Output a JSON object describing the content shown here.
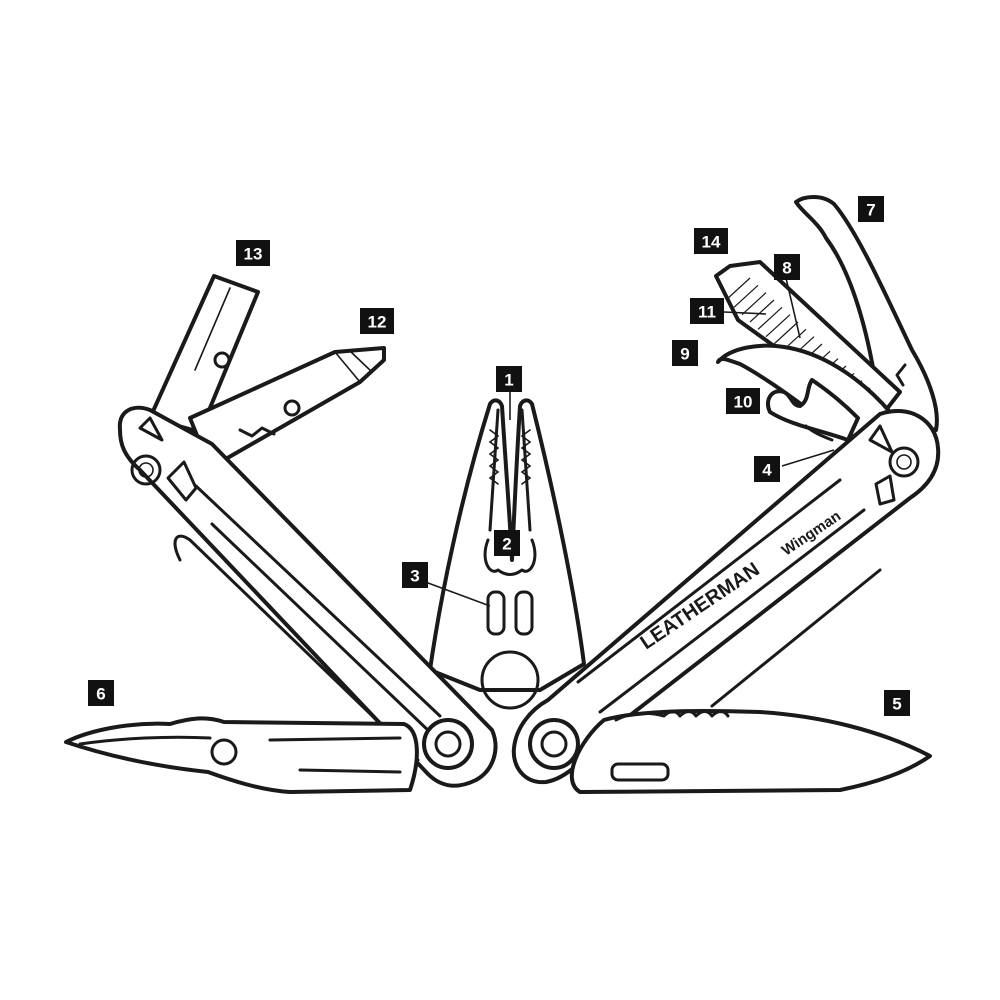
{
  "diagram": {
    "brand_text": "LEATHERMAN",
    "model_text": "Wingman",
    "callouts": [
      {
        "id": "callout-1",
        "label": "1"
      },
      {
        "id": "callout-2",
        "label": "2"
      },
      {
        "id": "callout-3",
        "label": "3"
      },
      {
        "id": "callout-4",
        "label": "4"
      },
      {
        "id": "callout-5",
        "label": "5"
      },
      {
        "id": "callout-6",
        "label": "6"
      },
      {
        "id": "callout-7",
        "label": "7"
      },
      {
        "id": "callout-8",
        "label": "8"
      },
      {
        "id": "callout-9",
        "label": "9"
      },
      {
        "id": "callout-10",
        "label": "10"
      },
      {
        "id": "callout-11",
        "label": "11"
      },
      {
        "id": "callout-12",
        "label": "12"
      },
      {
        "id": "callout-13",
        "label": "13"
      },
      {
        "id": "callout-14",
        "label": "14"
      }
    ]
  }
}
